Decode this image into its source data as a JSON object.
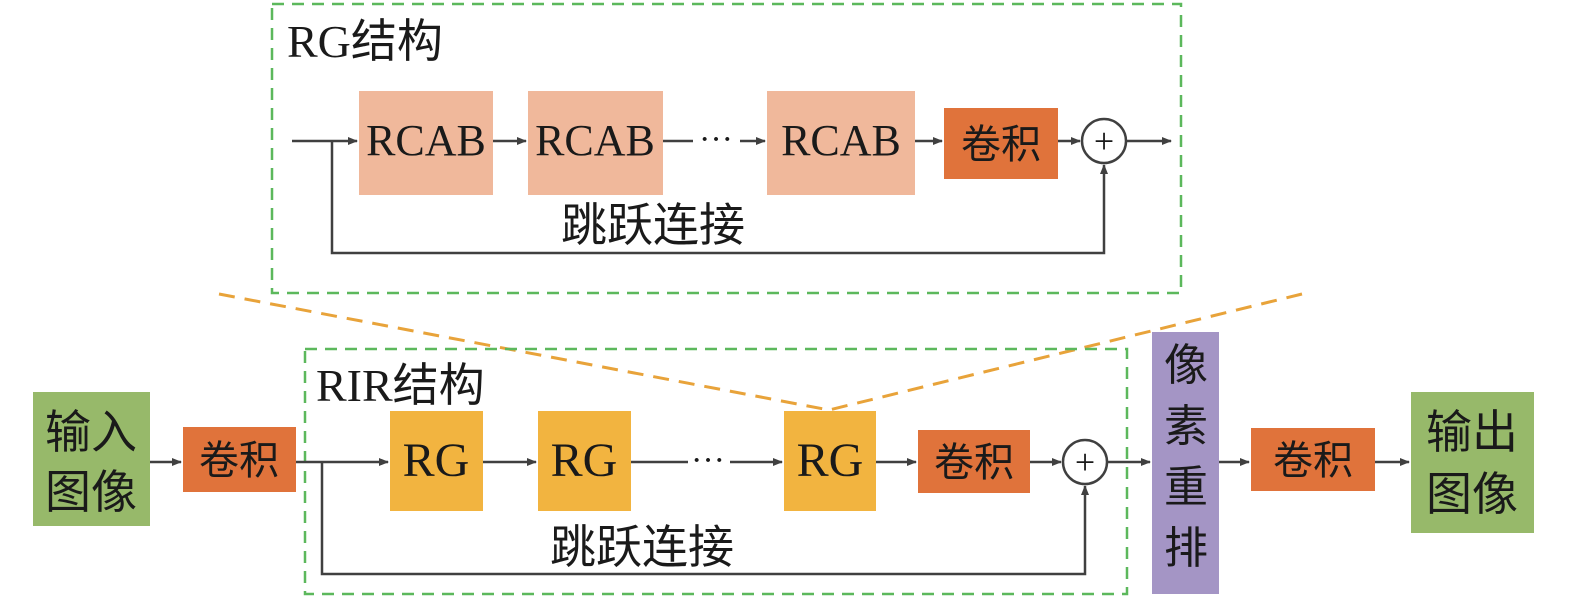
{
  "colors": {
    "green_box": "#97b96a",
    "conv_box": "#e0733b",
    "rcab_box": "#f0b89b",
    "rg_box": "#f2b440",
    "pixel_box": "#a495c5",
    "dashed_green": "#5cb85c",
    "dashed_orange": "#e8a33a",
    "arrow": "#404040"
  },
  "rg_structure": {
    "title": "RG结构",
    "blocks": [
      "RCAB",
      "RCAB",
      "RCAB"
    ],
    "ellipsis": "···",
    "conv": "卷积",
    "skip_label": "跳跃连接",
    "sum_symbol": "+"
  },
  "rir_structure": {
    "title": "RIR结构",
    "blocks": [
      "RG",
      "RG",
      "RG"
    ],
    "ellipsis": "···",
    "conv": "卷积",
    "skip_label": "跳跃连接",
    "sum_symbol": "+"
  },
  "pipeline": {
    "input": [
      "输入",
      "图像"
    ],
    "conv_in": "卷积",
    "pixel_shuffle": [
      "像",
      "素",
      "重",
      "排"
    ],
    "conv_out": "卷积",
    "output": [
      "输出",
      "图像"
    ]
  }
}
